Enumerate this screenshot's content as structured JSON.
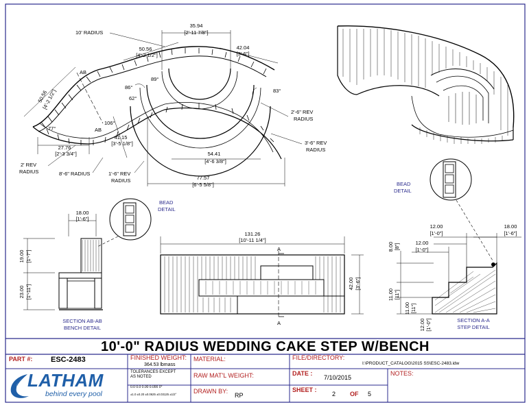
{
  "title": "10'-0\" RADIUS WEDDING CAKE STEP W/BENCH",
  "plan_dims": {
    "d_35_94": "35.94",
    "d_35_94_ft": "[2'-11 7/8\"]",
    "d_50_56_top": "50.56",
    "d_50_56_top_ft": "[4'-2 1/2\"]",
    "d_42_04": "42.04",
    "d_42_04_ft": "[3'-6\"]",
    "d_50_56_left": "50.56",
    "d_50_56_left_ft": "[4'-2 1/2\"]",
    "d_27_76": "27.76",
    "d_27_76_ft": "[2'-3 3/4\"]",
    "d_41_15": "41.15",
    "d_41_15_ft": "[3'-5 1/8\"]",
    "d_54_41": "54.41",
    "d_54_41_ft": "[4'-6 3/8\"]",
    "d_77_57": "77.57",
    "d_77_57_ft": "[6'-5 5/8\"]",
    "r_10": "10' RADIUS",
    "r_2_6_rev": "2'-6\" REV",
    "r_2_6_rev2": "RADIUS",
    "r_3_6_rev": "3'-6\" REV",
    "r_3_6_rev2": "RADIUS",
    "r_2": "2' REV",
    "r_2b": "RADIUS",
    "r_8_6": "8'-6\" RADIUS",
    "r_1_6_rev": "1'-6\" REV",
    "r_1_6_rev2": "RADIUS",
    "ang_86": "86°",
    "ang_89": "89°",
    "ang_62": "62°",
    "ang_83": "83°",
    "ang_106": "106°",
    "ang_77": "77°",
    "ab_top": "AB",
    "ab_bottom": "AB"
  },
  "bead_detail_label": [
    "BEAD",
    "DETAIL"
  ],
  "section_ab": {
    "w": "18.00",
    "w_ft": "[1'-6\"]",
    "h1": "19.00",
    "h1_ft": "[1'-7\"]",
    "h2": "23.00",
    "h2_ft": "[1'-11\"]",
    "caption1": "SECTION AB-AB",
    "caption2": "BENCH DETAIL"
  },
  "elevation": {
    "w": "131.26",
    "w_ft": "[10'-11 1/4\"]",
    "h": "42.00",
    "h_ft": "[3'-6\"]",
    "a_top": "A",
    "a_bottom": "A"
  },
  "section_a": {
    "d1": "12.00",
    "d1_ft": "[1'-0\"]",
    "d2": "18.00",
    "d2_ft": "[1'-6\"]",
    "d3": "12.00",
    "d3_ft": "[1'-0\"]",
    "h1": "8.00",
    "h1_ft": "[8\"]",
    "h2": "11.00",
    "h2_ft": "[11\"]",
    "h3": "11.00",
    "h3_ft": "[11\"]",
    "h4": "12.00",
    "h4_ft": "[1'-0\"]",
    "caption1": "SECTION A-A",
    "caption2": "STEP DETAIL"
  },
  "title_block": {
    "part_label": "PART #:",
    "part_value": "ESC-2483",
    "fin_weight_label": "FINISHED WEIGHT:",
    "fin_weight_value": "364.53 lbmass",
    "material_label": "MATERIAL:",
    "file_label": "FILE/DIRECTORY:",
    "file_value": "I:\\PRODUCT_CATALOG\\2015 SS\\ESC-2483.idw",
    "tol_line1": "TOLERANCES EXCEPT",
    "tol_line2": "AS NOTED",
    "tol_row1": "0.0   0.0   0.00   0.000   0°",
    "tol_row2": "±1.0  ±0.20  ±0.0625  ±0.03125  ±1/2°",
    "raw_label": "RAW MAT'L WEIGHT:",
    "date_label": "DATE :",
    "date_value": "7/10/2015",
    "notes_label": "NOTES:",
    "drawn_label": "DRAWN BY:",
    "drawn_value": "RP",
    "sheet_label": "SHEET :",
    "sheet_value": "2",
    "of_label": "OF",
    "of_value": "5"
  },
  "logo": {
    "brand": "LATHAM",
    "tagline": "behind every pool"
  },
  "colors": {
    "border": "#2a2a8c",
    "label_red": "#b21f1f",
    "logo_blue": "#1f5fa8"
  }
}
